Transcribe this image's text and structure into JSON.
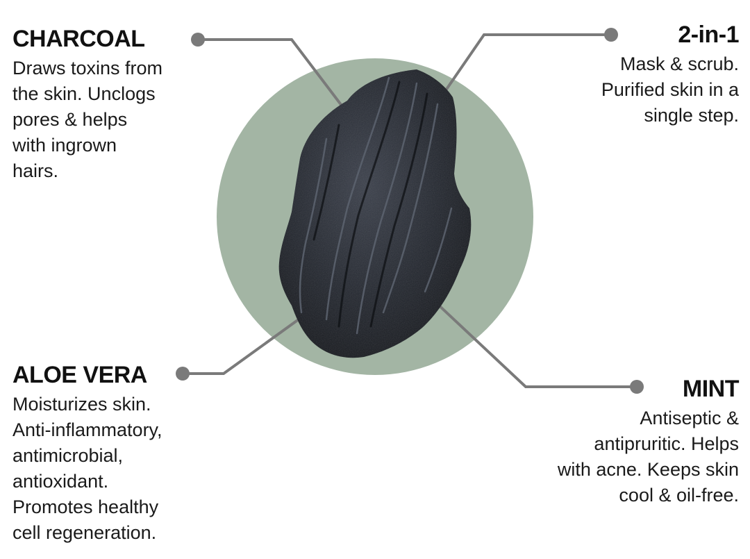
{
  "colors": {
    "circle": "#a3b5a4",
    "connector": "#7a7a7a",
    "swatch_dark": "#1c1f26",
    "text": "#111111"
  },
  "callouts": {
    "charcoal": {
      "title": "CHARCOAL",
      "text": "Draws toxins from\nthe skin. Unclogs\npores & helps\nwith ingrown\nhairs."
    },
    "two_in_one": {
      "title": "2-in-1",
      "text": "Mask & scrub.\nPurified skin in a\nsingle step."
    },
    "aloe_vera": {
      "title": "ALOE VERA",
      "text": "Moisturizes skin.\nAnti-inflammatory,\nantimicrobial,\nantioxidant.\nPromotes healthy\ncell regeneration."
    },
    "mint": {
      "title": "MINT",
      "text": "Antiseptic &\nantipruritic. Helps\nwith acne. Keeps skin\ncool & oil-free."
    }
  },
  "image": {
    "icon": "charcoal-paste-swatch"
  }
}
